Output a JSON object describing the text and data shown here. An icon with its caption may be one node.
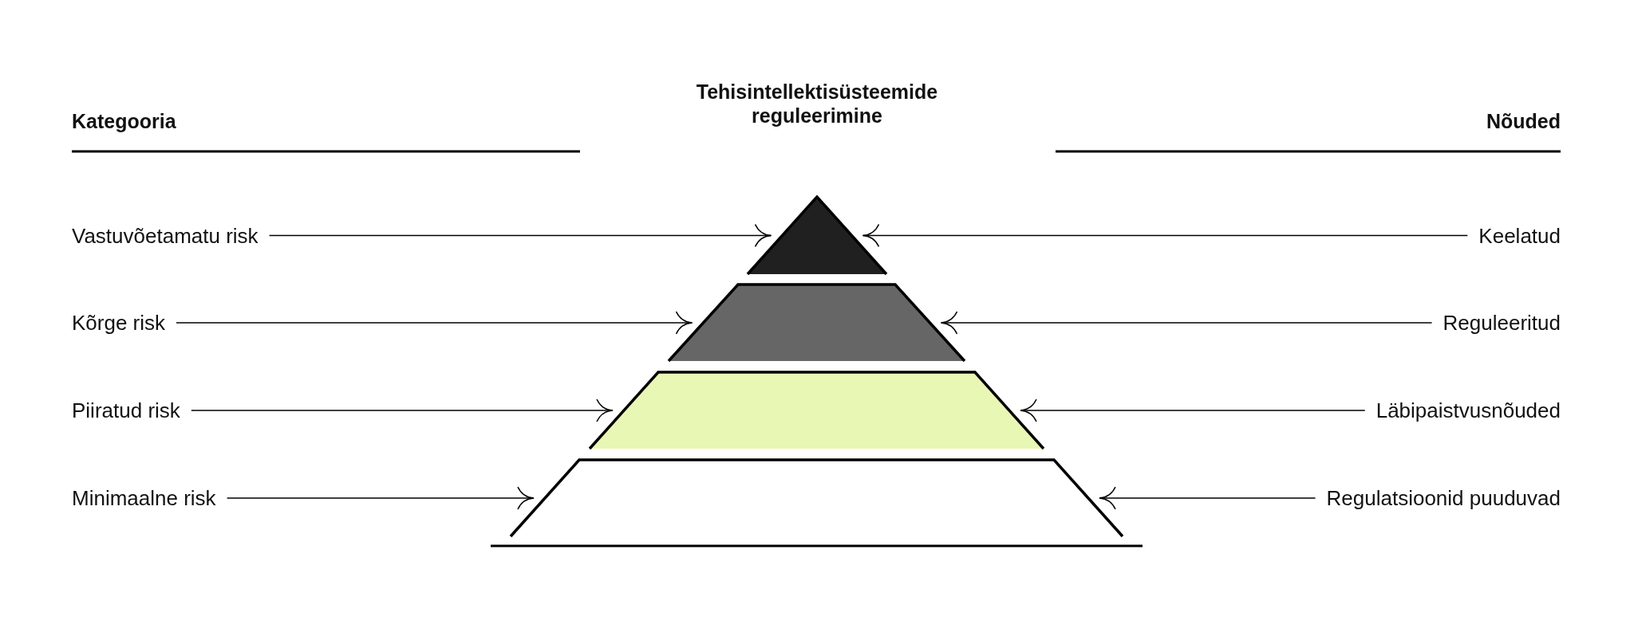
{
  "diagram": {
    "title": "Tehisintellektisüsteemide reguleerimine",
    "nodes": [
      {
        "text": [
          "Vastuvõetamatu risk"
        ]
      },
      {
        "text": [],
        "shape": "triangle"
      },
      {
        "text": [
          "Keelatud"
        ]
      },
      {
        "text": [
          "Kõrge risk"
        ]
      },
      {
        "text": [],
        "shape": "trapezoid"
      },
      {
        "text": [
          "Reguleeritud"
        ]
      },
      {
        "text": [
          "Piiratud risk"
        ]
      },
      {
        "text": [],
        "shape": "trapezoid"
      },
      {
        "text": [
          "Läbipaistvusnõuded"
        ]
      },
      {
        "text": [
          "Minimaalne risk"
        ]
      },
      {
        "text": [],
        "shape": "trapezoid"
      },
      {
        "text": [
          "Regulatsioonid puuduvad"
        ]
      }
    ],
    "edges": [
      {
        "from": 0,
        "to": 1,
        "arrow": "to"
      },
      {
        "from": 2,
        "to": 1,
        "arrow": "to"
      },
      {
        "from": 3,
        "to": 4,
        "arrow": "to"
      },
      {
        "from": 5,
        "to": 4,
        "arrow": "to"
      },
      {
        "from": 6,
        "to": 7,
        "arrow": "to"
      },
      {
        "from": 8,
        "to": 7,
        "arrow": "to"
      },
      {
        "from": 9,
        "to": 10,
        "arrow": "to"
      },
      {
        "from": 11,
        "to": 10,
        "arrow": "to"
      }
    ],
    "labels": [
      "Kategooria",
      "Nõuded"
    ]
  }
}
